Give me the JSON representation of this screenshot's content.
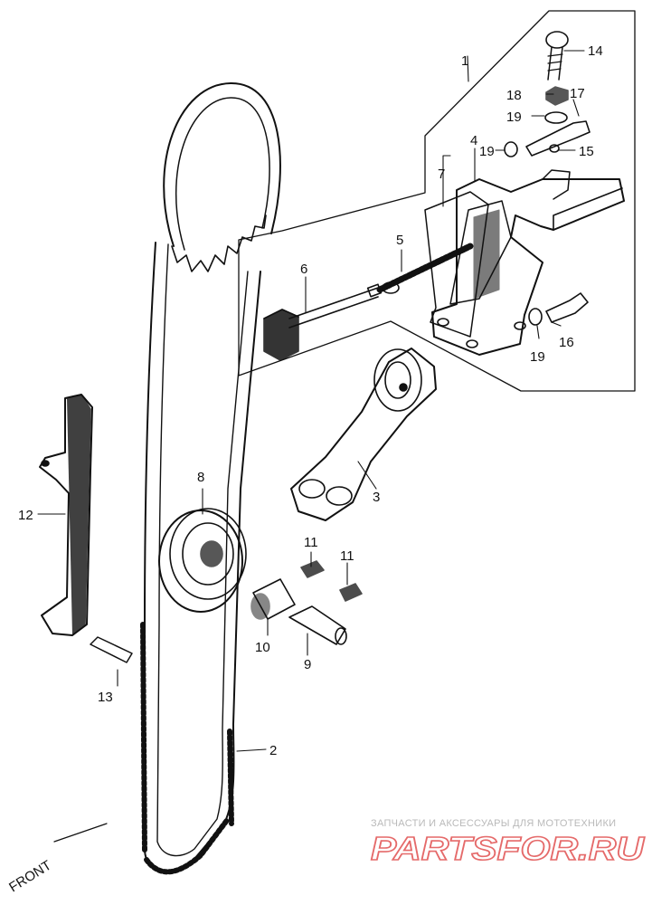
{
  "callouts": [
    {
      "id": "1",
      "text": "1"
    },
    {
      "id": "2",
      "text": "2"
    },
    {
      "id": "3",
      "text": "3"
    },
    {
      "id": "4",
      "text": "4"
    },
    {
      "id": "5",
      "text": "5"
    },
    {
      "id": "6",
      "text": "6"
    },
    {
      "id": "7",
      "text": "7"
    },
    {
      "id": "8",
      "text": "8"
    },
    {
      "id": "9",
      "text": "9"
    },
    {
      "id": "10",
      "text": "10"
    },
    {
      "id": "11a",
      "text": "11"
    },
    {
      "id": "11b",
      "text": "11"
    },
    {
      "id": "12",
      "text": "12"
    },
    {
      "id": "13",
      "text": "13"
    },
    {
      "id": "14",
      "text": "14"
    },
    {
      "id": "15",
      "text": "15"
    },
    {
      "id": "16",
      "text": "16"
    },
    {
      "id": "17",
      "text": "17"
    },
    {
      "id": "18",
      "text": "18"
    },
    {
      "id": "19a",
      "text": "19"
    },
    {
      "id": "19b",
      "text": "19"
    },
    {
      "id": "19c",
      "text": "19"
    }
  ],
  "direction_label": "FRONT",
  "watermark": {
    "tagline": "ЗАПЧАСТИ И АКСЕССУАРЫ ДЛЯ МОТОТЕХНИКИ",
    "logo": "PARTSFOR.RU",
    "color": "#e56a6a"
  },
  "colors": {
    "ink": "#111111",
    "paper": "#ffffff"
  }
}
